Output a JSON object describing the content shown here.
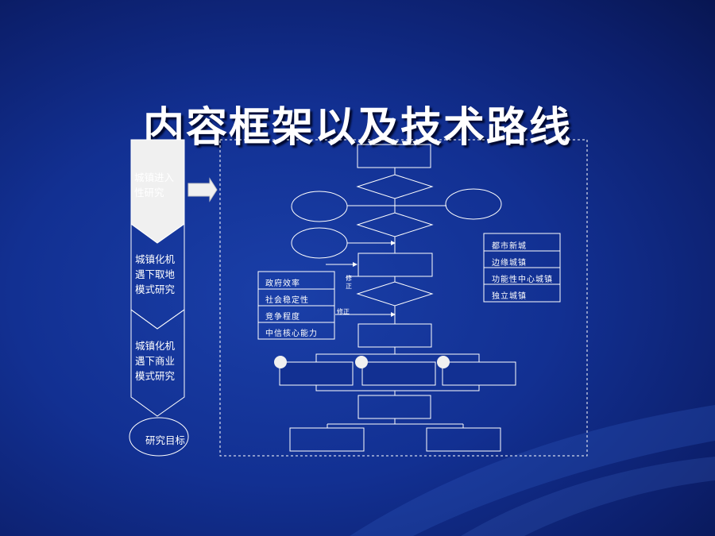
{
  "slide": {
    "title": "内容框架以及技术路线"
  },
  "left_column": {
    "step1": "城镇进入\n性研究",
    "step2": "城镇化机\n遇下取地\n模式研究",
    "step3": "城镇化机\n遇下商业\n模式研究",
    "goal": "研究目标"
  },
  "factors": [
    "政府效率",
    "社会稳定性",
    "竞争程度",
    "中信核心能力"
  ],
  "city_types": [
    "都市新城",
    "边缘城镇",
    "功能性中心城镇",
    "独立城镇"
  ],
  "labels": {
    "revise_short": "修\n正",
    "revise": "修正"
  },
  "colors": {
    "background": "#123092",
    "line": "#ffffff",
    "left_step1_fill": "#f0f0f0"
  }
}
